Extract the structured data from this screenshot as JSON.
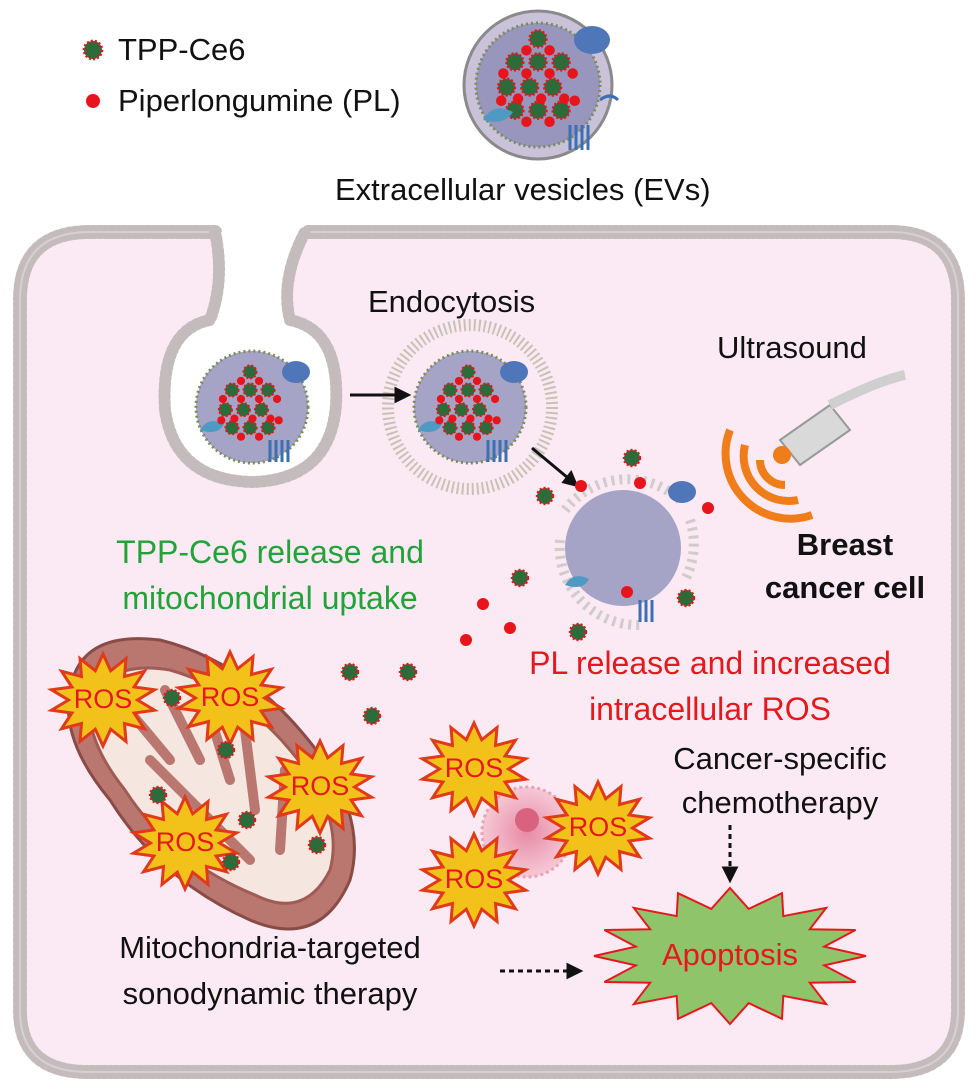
{
  "legend": {
    "tpp_ce6": "TPP-Ce6",
    "piperlongumine": "Piperlongumine (PL)"
  },
  "labels": {
    "extracellular_vesicles": "Extracellular vesicles (EVs)",
    "endocytosis": "Endocytosis",
    "ultrasound": "Ultrasound",
    "breast_cancer_line1": "Breast",
    "breast_cancer_line2": "cancer cell",
    "tpp_release_line1": "TPP-Ce6 release and",
    "tpp_release_line2": "mitochondrial uptake",
    "pl_release_line1": "PL release and increased",
    "pl_release_line2": "intracellular ROS",
    "cancer_specific_line1": "Cancer-specific",
    "cancer_specific_line2": "chemotherapy",
    "mito_sdt_line1": "Mitochondria-targeted",
    "mito_sdt_line2": "sonodynamic therapy",
    "apoptosis": "Apoptosis"
  },
  "ros_label": "ROS",
  "colors": {
    "cell_fill": "#fbeaf3",
    "membrane": "#bdb5b5",
    "ev_fill": "#8f8fb8",
    "tpp_dot": "#2e6b3a",
    "pl_dot": "#e8141c",
    "ros_fill": "#f2c21b",
    "ros_stroke": "#e03a1a",
    "apoptosis_fill": "#8fc46a",
    "mitochondria": "#b8756f",
    "ultrasound_waves": "#ef7d1a",
    "green_text": "#22a339",
    "red_text": "#e5191d"
  }
}
